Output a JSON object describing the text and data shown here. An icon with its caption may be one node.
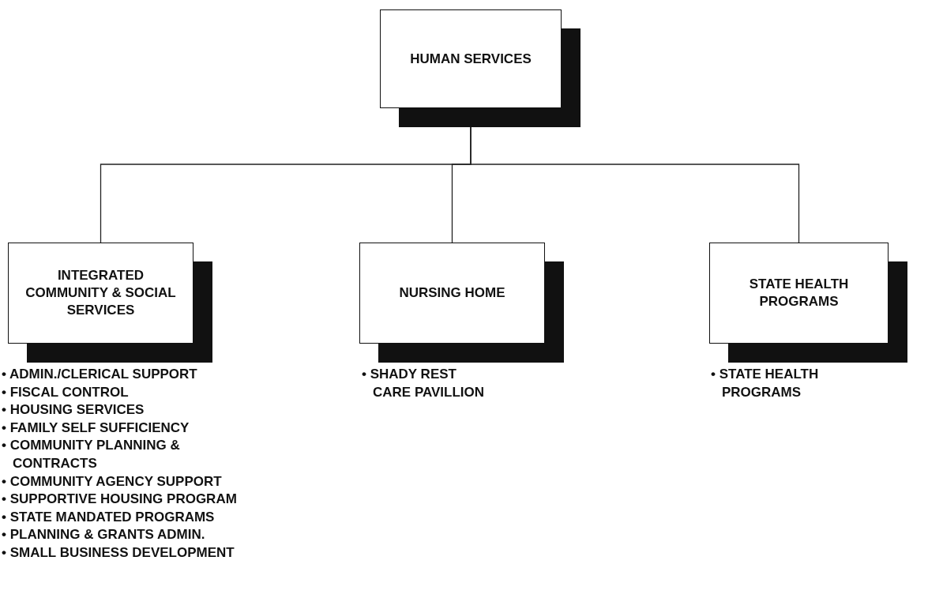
{
  "diagram": {
    "nodes": [
      {
        "text": [
          "HUMAN SERVICES"
        ]
      },
      {
        "text": [
          "INTEGRATED COMMUNITY & SOCIAL SERVICES"
        ],
        "beside": [
          "• ADMIN./CLERICAL SUPPORT",
          "• FISCAL CONTROL",
          "• HOUSING SERVICES",
          "• FAMILY SELF SUFFICIENCY",
          "• COMMUNITY PLANNING & CONTRACTS",
          "• COMMUNITY AGENCY SUPPORT",
          "• SUPPORTIVE HOUSING PROGRAM",
          "• STATE MANDATED PROGRAMS",
          "• PLANNING & GRANTS ADMIN.",
          "• SMALL BUSINESS DEVELOPMENT"
        ]
      },
      {
        "text": [
          "NURSING HOME"
        ],
        "beside": [
          "• SHADY REST CARE PAVILLION"
        ]
      },
      {
        "text": [
          "STATE HEALTH PROGRAMS"
        ],
        "beside": [
          "• STATE HEALTH PROGRAMS"
        ]
      }
    ],
    "edges": [
      {
        "from": 0,
        "to": 1,
        "arrow": "none"
      },
      {
        "from": 0,
        "to": 2,
        "arrow": "none"
      },
      {
        "from": 0,
        "to": 3,
        "arrow": "none"
      }
    ]
  }
}
